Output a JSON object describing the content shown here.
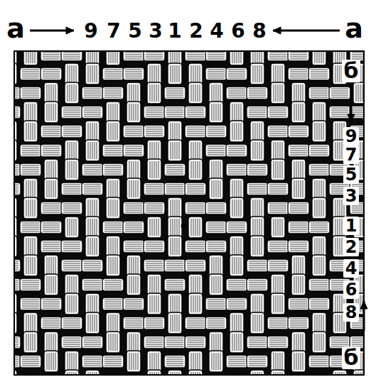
{
  "diagram": {
    "labels": [
      "а",
      "9",
      "7",
      "5",
      "3",
      "1",
      "2",
      "4",
      "6",
      "8",
      "а",
      "б",
      "9",
      "7",
      "5",
      "3",
      "1",
      "2",
      "4",
      "6",
      "8",
      "б"
    ]
  }
}
